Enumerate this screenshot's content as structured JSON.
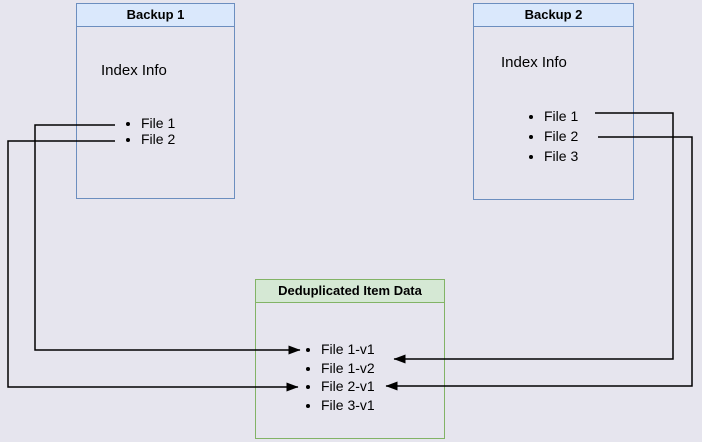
{
  "colors": {
    "background": "#e6e5ee",
    "blue_border": "#6c8ebf",
    "blue_header_fill": "#dae8fc",
    "green_border": "#82b366",
    "green_header_fill": "#d5e8d4",
    "arrow": "#000000"
  },
  "backup1": {
    "title": "Backup 1",
    "subtitle": "Index Info",
    "items": [
      "File 1",
      "File 2"
    ]
  },
  "backup2": {
    "title": "Backup 2",
    "subtitle": "Index Info",
    "items": [
      "File 1",
      "File 2",
      "File 3"
    ]
  },
  "dedup": {
    "title": "Deduplicated Item Data",
    "items": [
      "File 1-v1",
      "File 1-v2",
      "File 2-v1",
      "File 3-v1"
    ]
  },
  "connections": [
    {
      "from": "Backup 1 / File 1",
      "to": "File 1-v1"
    },
    {
      "from": "Backup 1 / File 2",
      "to": "File 2-v1"
    },
    {
      "from": "Backup 2 / File 1",
      "to": "File 1-v2"
    },
    {
      "from": "Backup 2 / File 2",
      "to": "File 2-v1"
    }
  ]
}
